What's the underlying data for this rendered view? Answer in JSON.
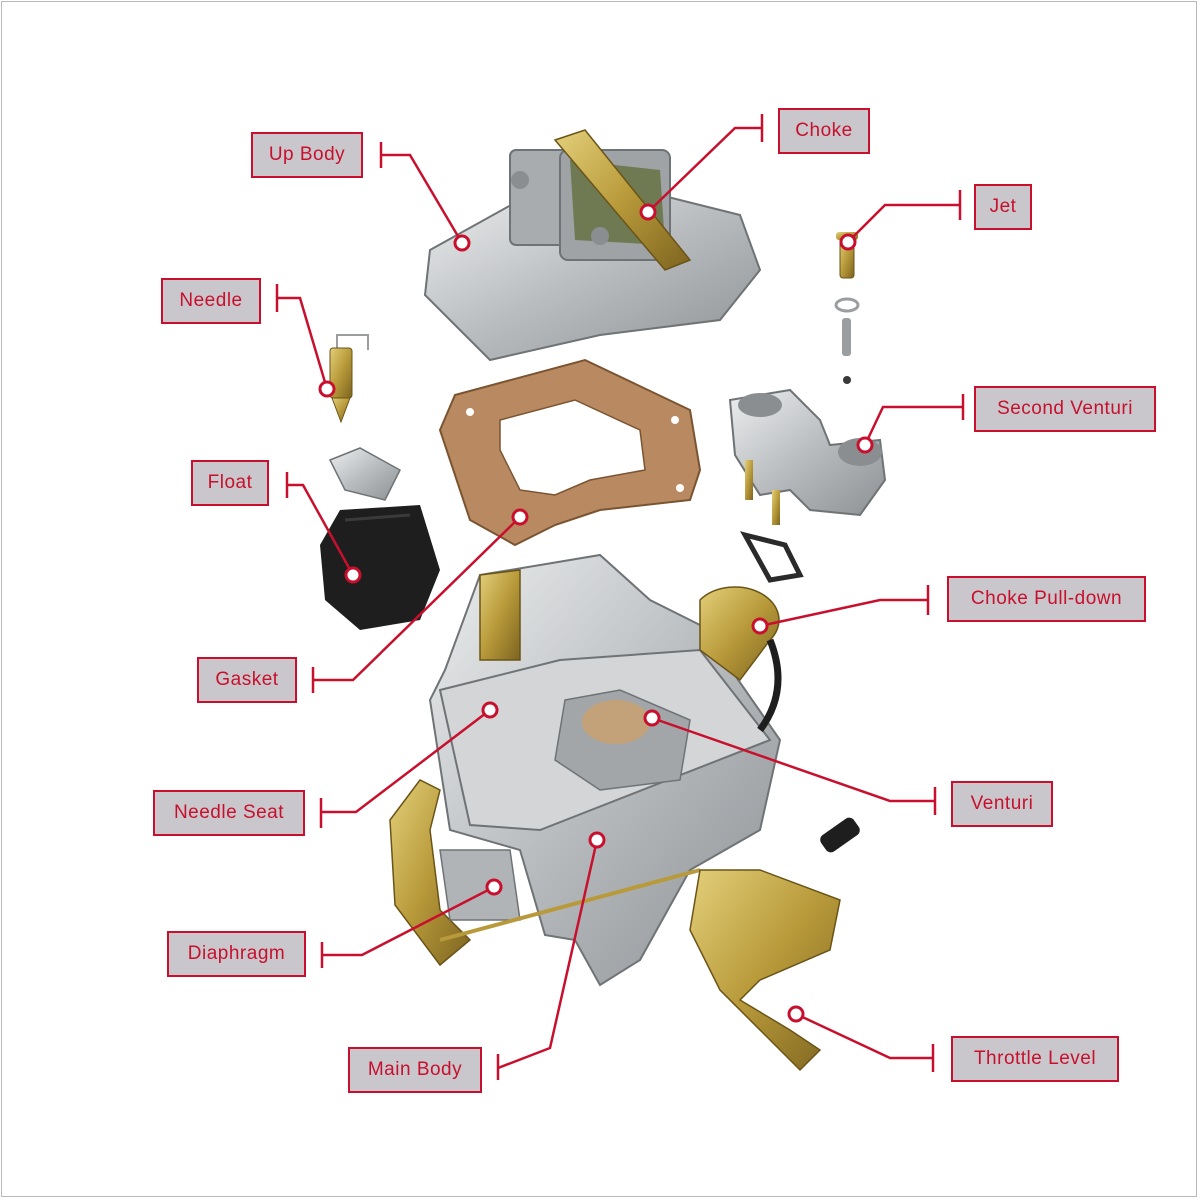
{
  "diagram": {
    "labels": {
      "up_body": "Up Body",
      "choke": "Choke",
      "jet": "Jet",
      "needle": "Needle",
      "second_venturi": "Second Venturi",
      "float": "Float",
      "choke_pull_down": "Choke Pull-down",
      "gasket": "Gasket",
      "needle_seat": "Needle Seat",
      "venturi": "Venturi",
      "diaphragm": "Diaphragm",
      "main_body": "Main Body",
      "throttle_level": "Throttle Level"
    },
    "colors": {
      "accent": "#c8102e",
      "label_fill": "#c9c7cb",
      "metal": "#c4c6c8",
      "brass": "#b89a3a",
      "gasket": "#b98a62",
      "float": "#1e1e1e"
    }
  }
}
